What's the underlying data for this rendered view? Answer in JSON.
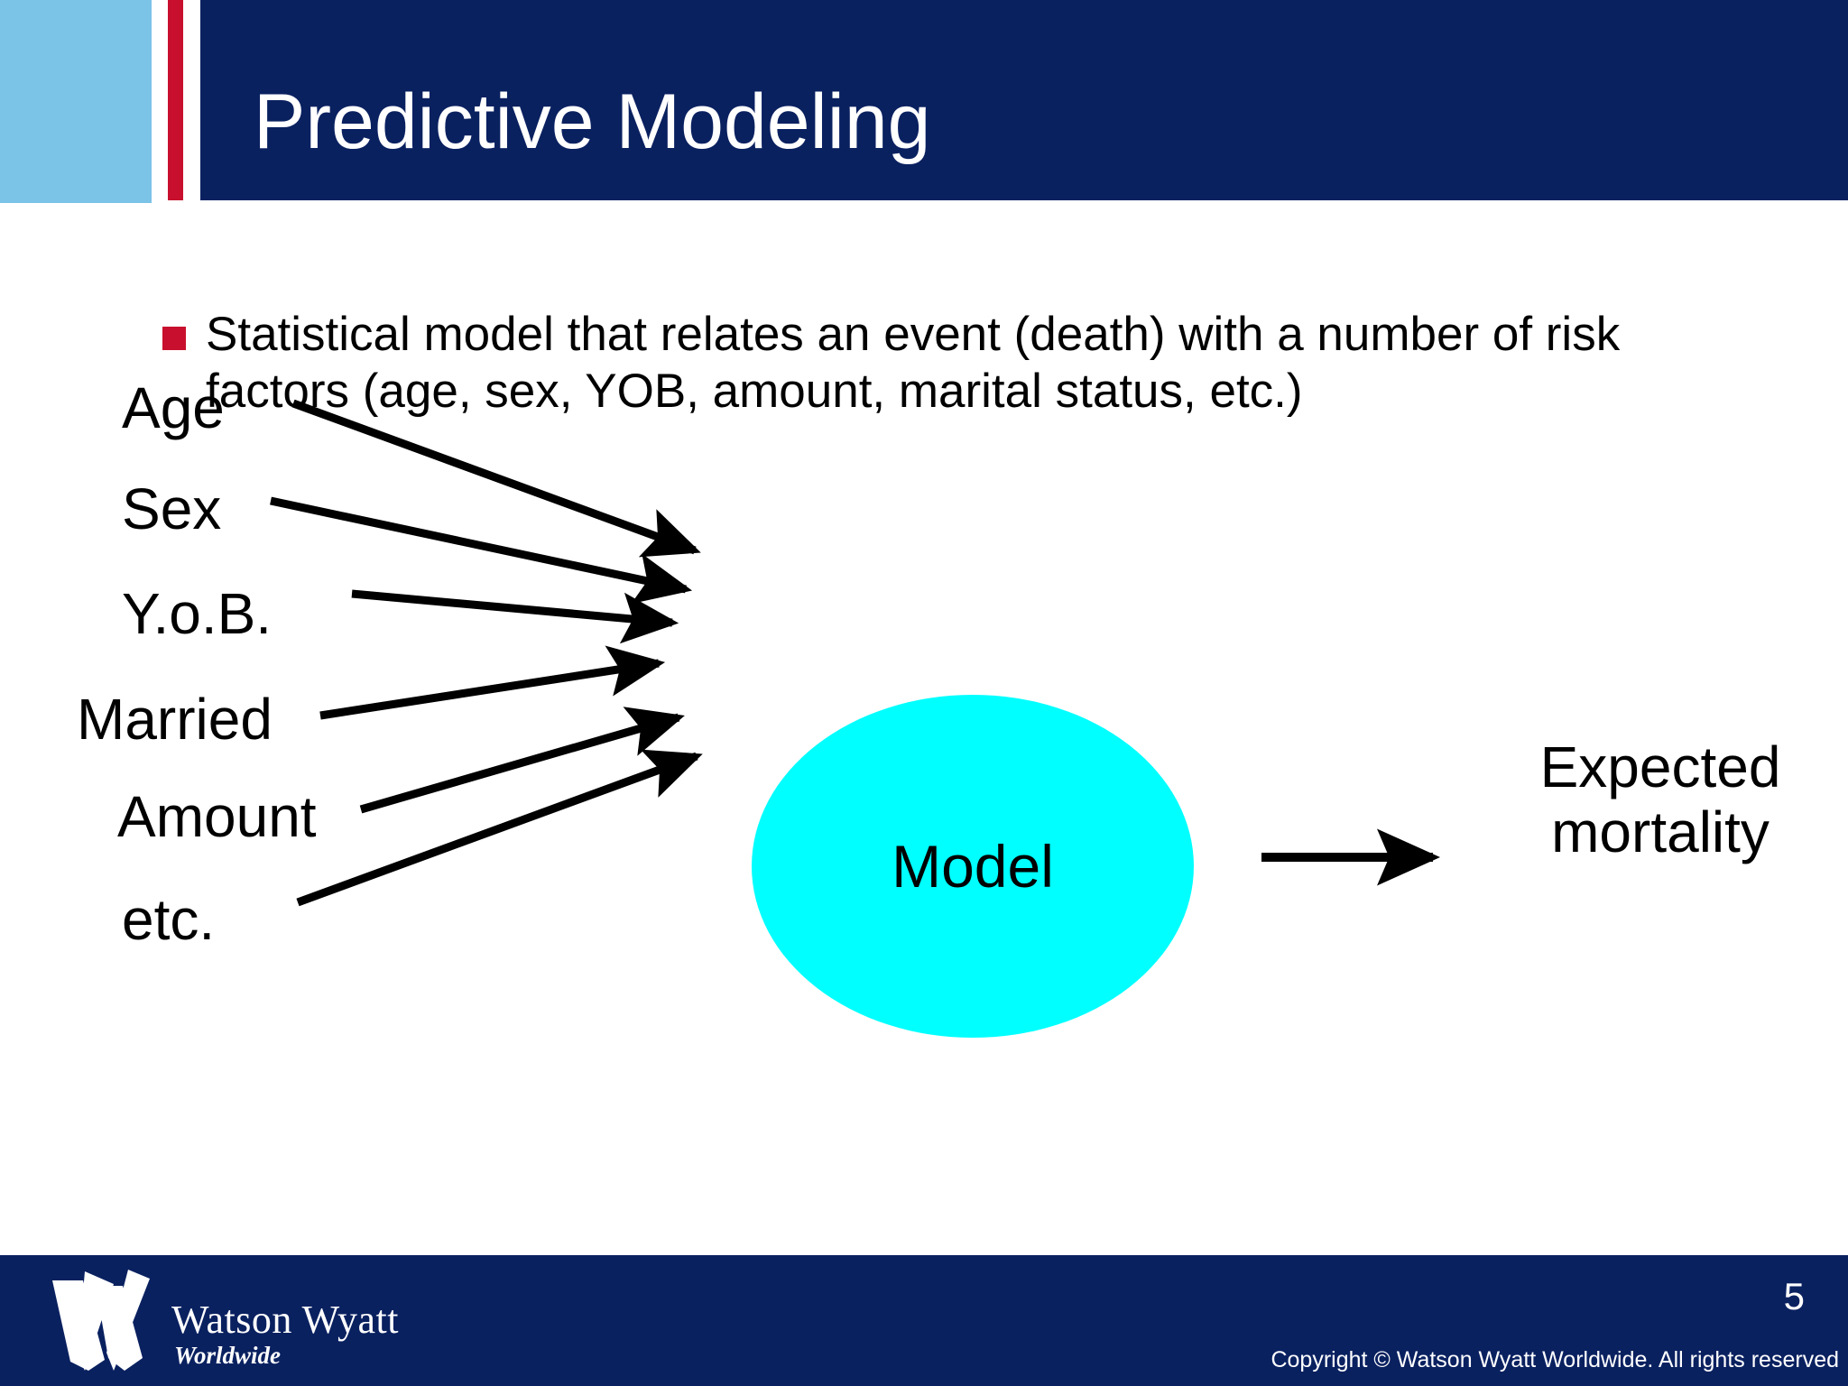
{
  "slide": {
    "title": "Predictive Modeling",
    "page_number": "5"
  },
  "colors": {
    "navy": "#0a2160",
    "light_blue": "#7cc3e8",
    "red": "#c8102e",
    "cyan": "#00ffff",
    "text": "#000000",
    "white": "#ffffff"
  },
  "body": {
    "bullets": [
      "Statistical model that relates an event (death) with a number of risk factors (age, sex, YOB, amount, marital status, etc.)"
    ]
  },
  "diagram": {
    "type": "flow",
    "inputs": [
      {
        "label": "Age"
      },
      {
        "label": "Sex"
      },
      {
        "label": "Y.o.B."
      },
      {
        "label": "Married"
      },
      {
        "label": "Amount"
      },
      {
        "label": "etc."
      }
    ],
    "node": {
      "label": "Model"
    },
    "output": {
      "line1": "Expected",
      "line2": "mortality"
    }
  },
  "footer": {
    "logo_name": "Watson Wyatt",
    "logo_tagline": "Worldwide",
    "copyright": "Copyright © Watson Wyatt Worldwide. All rights reserved"
  }
}
